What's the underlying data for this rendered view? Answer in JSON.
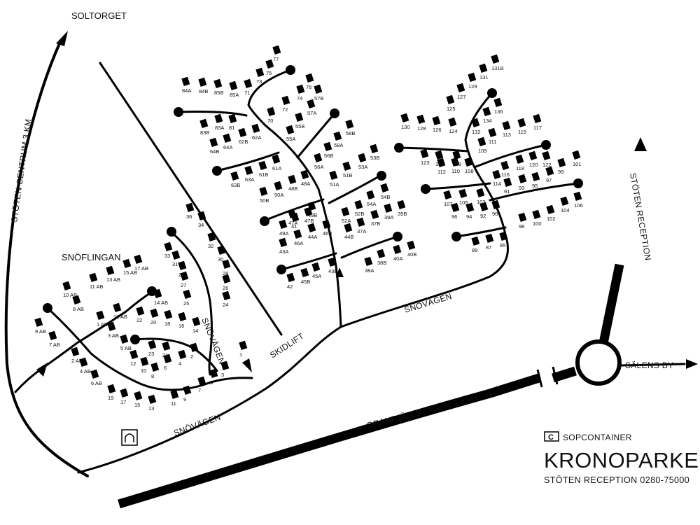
{
  "map": {
    "title": "KRONOPARKEN",
    "subtitle": "STÖTEN RECEPTION 0280-75000",
    "legend": {
      "symbol": "C",
      "label": "SOPCONTAINER"
    }
  },
  "places": {
    "soltorget": "SOLTORGET",
    "stoten_centrum": "STÖTEN CENTRUM 3 KM",
    "stoten_reception": "STÖTEN RECEPTION",
    "salens_by": "SÄLENS BY",
    "snoflingan": "SNÖFLINGAN",
    "skidlift": "SKIDLIFT"
  },
  "roads": {
    "snovagen": "SNÖVÄGEN",
    "granfjallsvagen": "GRANFJÄLLSVÄGEN 3 KM"
  },
  "cabins": {
    "snoflingan": [
      "17 AB",
      "15 AB",
      "13 AB",
      "11 AB",
      "10 AB",
      "8 AB",
      "14 AB",
      "12 AB",
      "9 AB",
      "7 AB",
      "1 AB",
      "3 AB",
      "5 AB",
      "2 AB",
      "4 AB",
      "6 AB"
    ],
    "west": [
      "36",
      "34",
      "33",
      "32",
      "31",
      "30",
      "29",
      "28",
      "27",
      "26",
      "25",
      "24",
      "22",
      "20",
      "18",
      "16",
      "14",
      "23",
      "21",
      "12",
      "10",
      "8",
      "6",
      "4",
      "2",
      "1",
      "3",
      "5",
      "7",
      "9",
      "11",
      "13",
      "15",
      "17",
      "19"
    ],
    "central": [
      "77",
      "75",
      "76",
      "73",
      "74",
      "71",
      "72",
      "70",
      "84A",
      "84B",
      "85B",
      "85A",
      "83B",
      "83A",
      "81",
      "57B",
      "57A",
      "55B",
      "58B",
      "55A",
      "58A",
      "56B",
      "56A",
      "64B",
      "64A",
      "62B",
      "62A",
      "61B",
      "63B",
      "63A",
      "61A",
      "53B",
      "53A",
      "51B",
      "54B",
      "51A",
      "54A",
      "52B",
      "52A",
      "50B",
      "50A",
      "48B",
      "48A",
      "47B",
      "47A",
      "49B",
      "49A",
      "41",
      "39B",
      "39A",
      "37B",
      "37A",
      "44B",
      "44A",
      "46B",
      "46A",
      "43A",
      "43B",
      "45A",
      "45B",
      "42",
      "40B",
      "40A",
      "38B",
      "38A"
    ],
    "east": [
      "131B",
      "131",
      "129",
      "127",
      "125",
      "136",
      "134",
      "132",
      "130",
      "128",
      "126",
      "124",
      "123",
      "121",
      "119",
      "117",
      "115",
      "113",
      "111",
      "109",
      "122",
      "120",
      "118",
      "116",
      "112",
      "110",
      "108",
      "114",
      "107",
      "105",
      "103",
      "101",
      "99",
      "97",
      "95",
      "93",
      "91",
      "106",
      "104",
      "102",
      "100",
      "98",
      "96",
      "94",
      "92",
      "90",
      "89",
      "87",
      "85"
    ]
  }
}
